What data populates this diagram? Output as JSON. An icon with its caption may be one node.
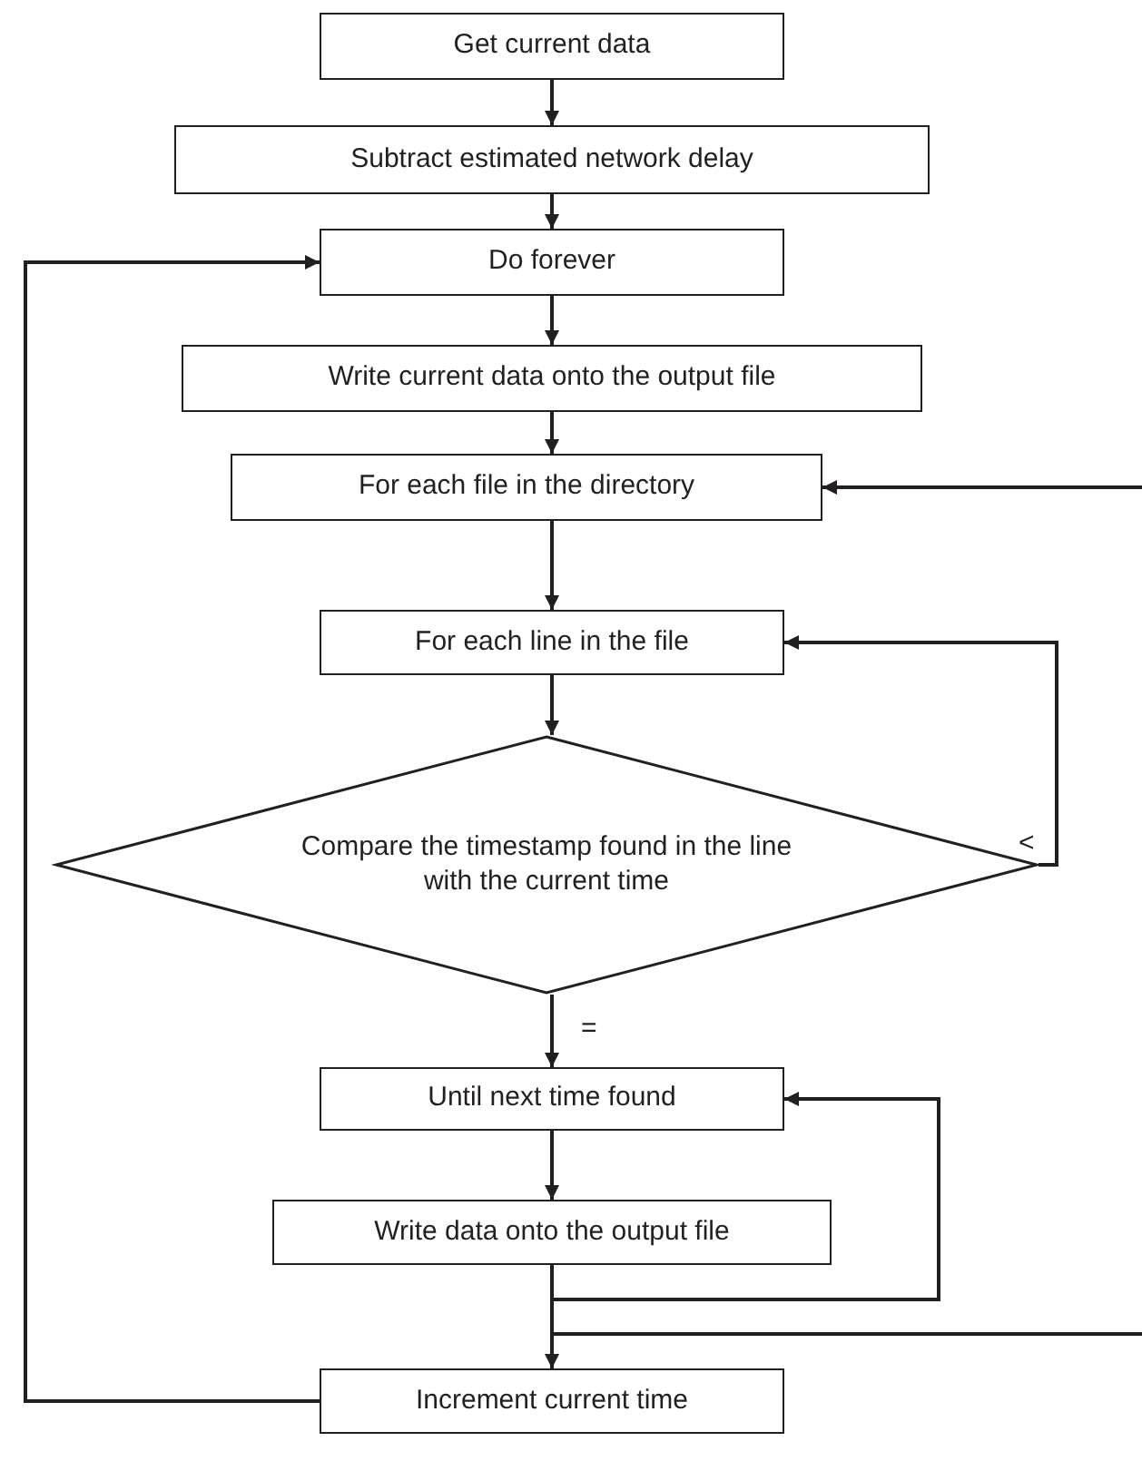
{
  "diagram": {
    "nodes": [
      {
        "text": [
          "Get current data"
        ]
      },
      {
        "text": [
          "Subtract estimated network delay"
        ]
      },
      {
        "text": [
          "Do forever"
        ]
      },
      {
        "text": [
          "Write current data onto the output file"
        ]
      },
      {
        "text": [
          "For each file in the directory"
        ]
      },
      {
        "text": [
          "For each line in the file"
        ]
      },
      {
        "text": [
          "Compare the timestamp found in the line with the current time"
        ]
      },
      {
        "text": [
          "Until next time found"
        ]
      },
      {
        "text": [
          "Write data onto the output file"
        ]
      },
      {
        "text": [
          "Increment current time"
        ]
      }
    ],
    "edges": [
      {
        "from": 0,
        "to": 1,
        "arrow": "to"
      },
      {
        "from": 1,
        "to": 2,
        "arrow": "to"
      },
      {
        "from": 2,
        "to": 3,
        "arrow": "to"
      },
      {
        "from": 3,
        "to": 4,
        "arrow": "to"
      },
      {
        "from": 4,
        "to": 5,
        "arrow": "to"
      },
      {
        "from": 5,
        "to": 6,
        "arrow": "to"
      },
      {
        "from": 6,
        "to": 7,
        "arrow": "to",
        "label": "="
      },
      {
        "from": 7,
        "to": 8,
        "arrow": "to"
      },
      {
        "from": 8,
        "to": 9,
        "arrow": "to"
      },
      {
        "from": 6,
        "to": 5,
        "arrow": "to",
        "label": "<"
      },
      {
        "from": 8,
        "to": 7,
        "arrow": "to"
      },
      {
        "from": 8,
        "to": null,
        "arrow": "none"
      },
      {
        "from": null,
        "to": 4,
        "arrow": "to"
      },
      {
        "from": 9,
        "to": 2,
        "arrow": "to"
      }
    ]
  }
}
